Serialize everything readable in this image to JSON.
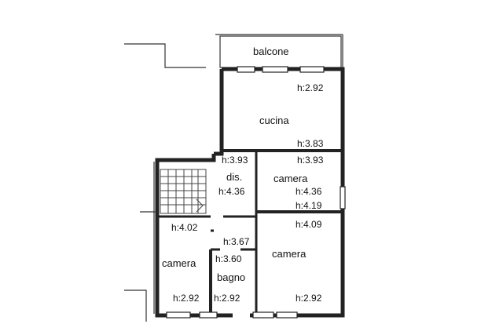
{
  "rooms": {
    "balcone": "balcone",
    "cucina": "cucina",
    "camera_center": "camera",
    "disimpegno": "dis.",
    "camera_left": "camera",
    "camera_right": "camera",
    "bagno": "bagno"
  },
  "heights": {
    "cucina_top": "h:2.92",
    "cucina_bottom": "h:3.83",
    "corridor_top": "h:3.93",
    "camera_center_top": "h:3.93",
    "camera_center_mid": "h:4.36",
    "dis": "h:4.36",
    "camera_center_bottom": "h:4.19",
    "left_top": "h:4.02",
    "right_top": "h:4.09",
    "bagno_top_a": "h:3.67",
    "bagno_top_b": "h:3.60",
    "left_bottom": "h:2.92",
    "bagno_bottom": "h:2.92",
    "right_bottom": "h:2.92"
  }
}
